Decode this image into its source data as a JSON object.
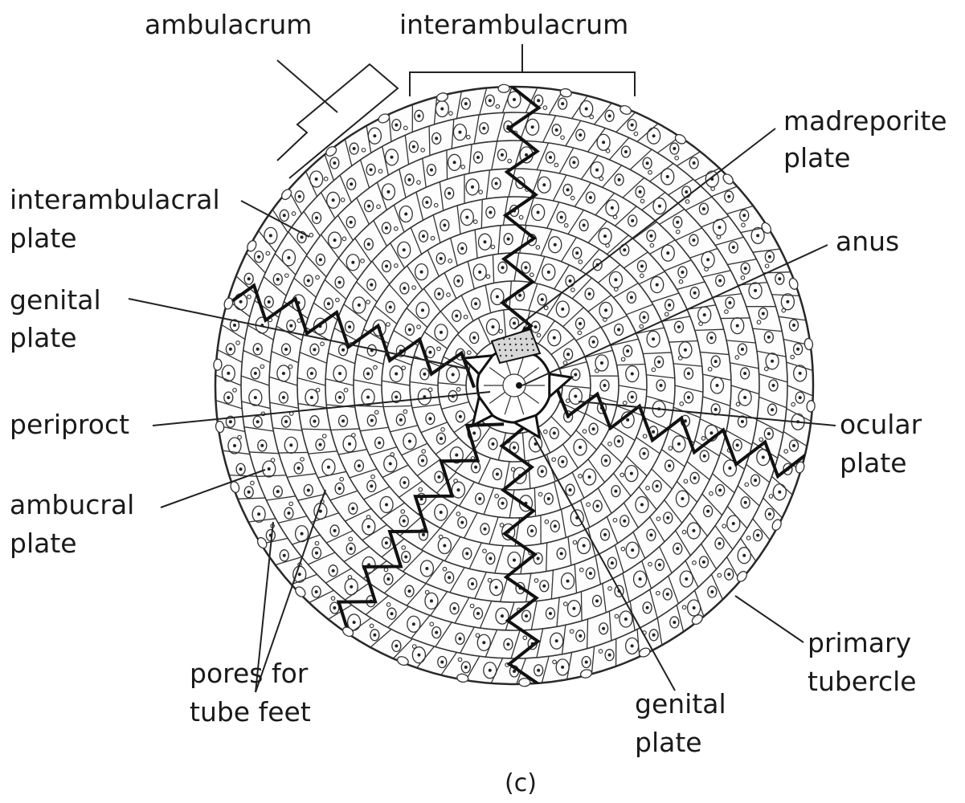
{
  "labels": {
    "ambulacrum": "ambulacrum",
    "interambulacrum": "interambulacrum",
    "madreporite_1": "madreporite",
    "madreporite_2": "plate",
    "interamb_plate_1": "interambulacral",
    "interamb_plate_2": "plate",
    "anus": "anus",
    "genital_left_1": "genital",
    "genital_left_2": "plate",
    "periproct": "periproct",
    "ocular_1": "ocular",
    "ocular_2": "plate",
    "ambucral_1": "ambucral",
    "ambucral_2": "plate",
    "pores_1": "pores for",
    "pores_2": "tube feet",
    "primary_1": "primary",
    "primary_2": "tubercle",
    "genital_bottom_1": "genital",
    "genital_bottom_2": "plate"
  },
  "caption": "(c)"
}
